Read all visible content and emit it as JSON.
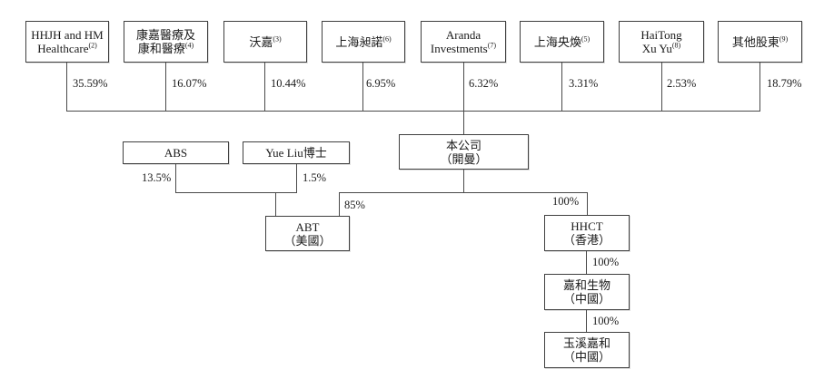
{
  "chart_data": {
    "type": "org-structure",
    "title": "",
    "shareholders": [
      {
        "l1": "HHJH and HM",
        "l2": "Healthcare",
        "sup": "(2)",
        "pct": "35.59%"
      },
      {
        "l1": "康嘉醫療及",
        "l2": "康和醫療",
        "sup": "(4)",
        "pct": "16.07%"
      },
      {
        "l2": "沃嘉",
        "sup": "(3)",
        "pct": "10.44%"
      },
      {
        "l2": "上海昶諾",
        "sup": "(6)",
        "pct": "6.95%"
      },
      {
        "l1": "Aranda",
        "l2": "Investments",
        "sup": "(7)",
        "pct": "6.32%"
      },
      {
        "l2": "上海央煥",
        "sup": "(5)",
        "pct": "3.31%"
      },
      {
        "l1": "HaiTong",
        "l2": "Xu Yu",
        "sup": "(8)",
        "pct": "2.53%"
      },
      {
        "l2": "其他股東",
        "sup": "(9)",
        "pct": "18.79%"
      }
    ],
    "company": {
      "l1": "本公司",
      "l2": "（開曼）"
    },
    "abs": {
      "name": "ABS",
      "pct": "13.5%"
    },
    "yueliu": {
      "name": "Yue Liu博士",
      "pct": "1.5%"
    },
    "abt": {
      "l1": "ABT",
      "l2": "（美國）",
      "pct_from_company": "85%"
    },
    "hhct": {
      "l1": "HHCT",
      "l2": "（香港）",
      "pct_from_company": "100%"
    },
    "jiahe": {
      "l1": "嘉和生物",
      "l2": "（中國）",
      "pct_from_hhct": "100%"
    },
    "yuxi": {
      "l1": "玉溪嘉和",
      "l2": "（中國）",
      "pct_from_jiahe": "100%"
    },
    "colors": {
      "line": "#4a4a4a",
      "border": "#3f3f3f",
      "text": "#1a1a1a",
      "background": "#ffffff"
    }
  }
}
